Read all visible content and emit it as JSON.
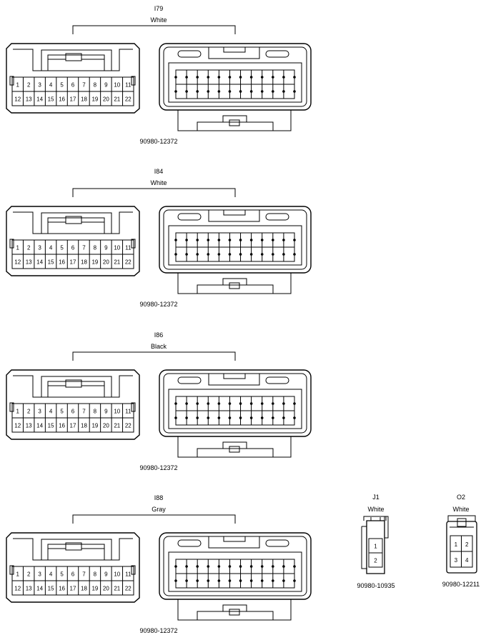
{
  "connectors": [
    {
      "id": "I79",
      "color": "White",
      "part_number": "90980-12372",
      "pins_top": [
        "1",
        "2",
        "3",
        "4",
        "5",
        "6",
        "7",
        "8",
        "9",
        "10",
        "11"
      ],
      "pins_bottom": [
        "12",
        "13",
        "14",
        "15",
        "16",
        "17",
        "18",
        "19",
        "20",
        "21",
        "22"
      ]
    },
    {
      "id": "I84",
      "color": "White",
      "part_number": "90980-12372",
      "pins_top": [
        "1",
        "2",
        "3",
        "4",
        "5",
        "6",
        "7",
        "8",
        "9",
        "10",
        "11"
      ],
      "pins_bottom": [
        "12",
        "13",
        "14",
        "15",
        "16",
        "17",
        "18",
        "19",
        "20",
        "21",
        "22"
      ]
    },
    {
      "id": "I86",
      "color": "Black",
      "part_number": "90980-12372",
      "pins_top": [
        "1",
        "2",
        "3",
        "4",
        "5",
        "6",
        "7",
        "8",
        "9",
        "10",
        "11"
      ],
      "pins_bottom": [
        "12",
        "13",
        "14",
        "15",
        "16",
        "17",
        "18",
        "19",
        "20",
        "21",
        "22"
      ]
    },
    {
      "id": "I88",
      "color": "Gray",
      "part_number": "90980-12372",
      "pins_top": [
        "1",
        "2",
        "3",
        "4",
        "5",
        "6",
        "7",
        "8",
        "9",
        "10",
        "11"
      ],
      "pins_bottom": [
        "12",
        "13",
        "14",
        "15",
        "16",
        "17",
        "18",
        "19",
        "20",
        "21",
        "22"
      ]
    }
  ],
  "small_connectors": [
    {
      "id": "J1",
      "color": "White",
      "part_number": "90980-10935",
      "pins": [
        "1",
        "2"
      ]
    },
    {
      "id": "O2",
      "color": "White",
      "part_number": "90980-12211",
      "pins": [
        "1",
        "2",
        "3",
        "4"
      ]
    }
  ]
}
